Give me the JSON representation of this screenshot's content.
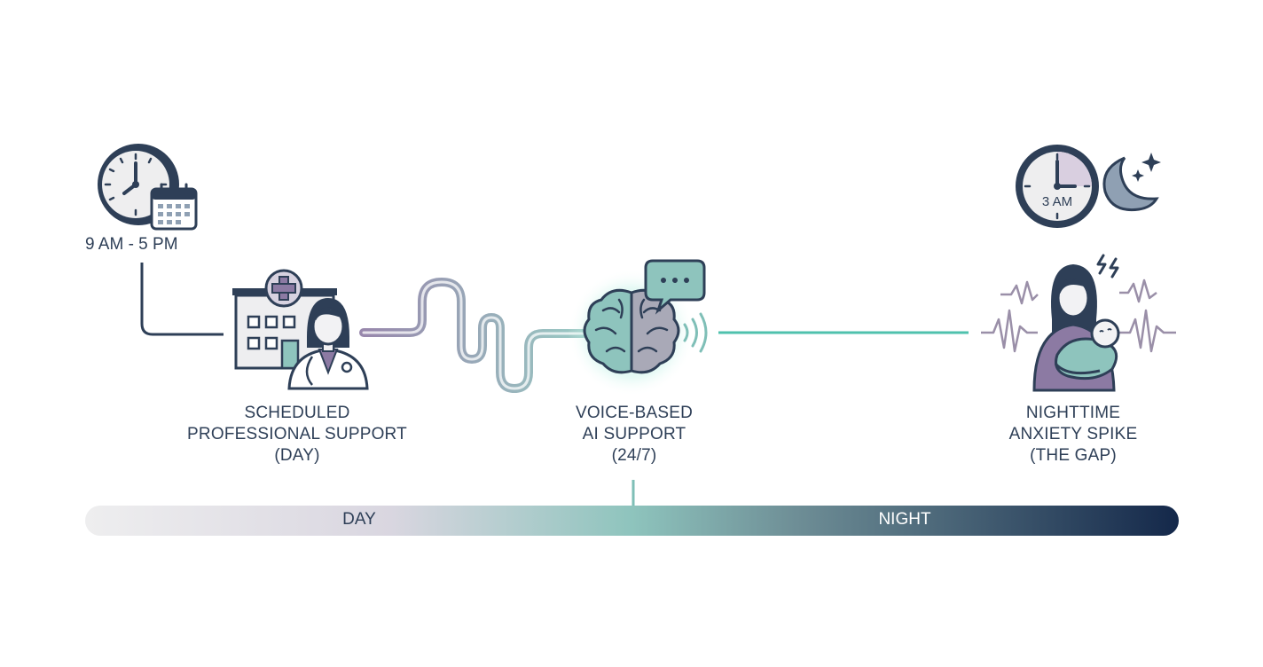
{
  "left_time": "9 AM - 5 PM",
  "right_clock_text": "3 AM",
  "stages": [
    {
      "lines": [
        "SCHEDULED",
        "PROFESSIONAL SUPPORT",
        "(DAY)"
      ]
    },
    {
      "lines": [
        "VOICE-BASED",
        "AI SUPPORT",
        "(24/7)"
      ]
    },
    {
      "lines": [
        "NIGHTTIME",
        "ANXIETY SPIKE",
        "(THE GAP)"
      ]
    }
  ],
  "timeline": {
    "day": "DAY",
    "night": "NIGHT"
  },
  "colors": {
    "navy": "#2e3f57",
    "teal": "#7fbfb7",
    "glow": "#8ee3cf",
    "purple": "#8c7aa3",
    "timeline_start": "#eeeeef",
    "timeline_end": "#14284a"
  },
  "icons": [
    "clock-icon",
    "calendar-icon",
    "hospital-icon",
    "doctor-icon",
    "brain-icon",
    "speech-bubble-icon",
    "sound-waves-icon",
    "moon-icon",
    "stars-icon",
    "mother-baby-icon",
    "stress-lightning-icon"
  ]
}
